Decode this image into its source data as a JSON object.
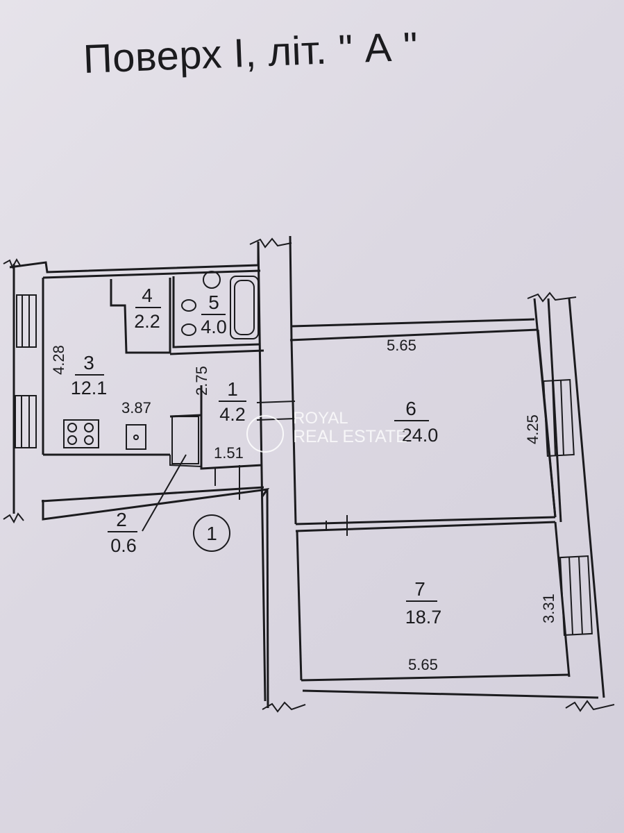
{
  "title": "Поверх І, літ. \" А \"",
  "rooms": [
    {
      "id": "1",
      "area": "4.2"
    },
    {
      "id": "2",
      "area": "0.6"
    },
    {
      "id": "3",
      "area": "12.1"
    },
    {
      "id": "4",
      "area": "2.2"
    },
    {
      "id": "5",
      "area": "4.0"
    },
    {
      "id": "6",
      "area": "24.0"
    },
    {
      "id": "7",
      "area": "18.7"
    }
  ],
  "dimensions": {
    "room3_height": "4.28",
    "room3_width": "3.87",
    "room1_height": "2.75",
    "room1_width": "1.51",
    "room6_width": "5.65",
    "room6_height": "4.25",
    "room7_width": "5.65",
    "room7_height": "3.31"
  },
  "apartment_marker": "1",
  "watermark": {
    "line1": "ROYAL",
    "line2": "REAL ESTATE"
  }
}
